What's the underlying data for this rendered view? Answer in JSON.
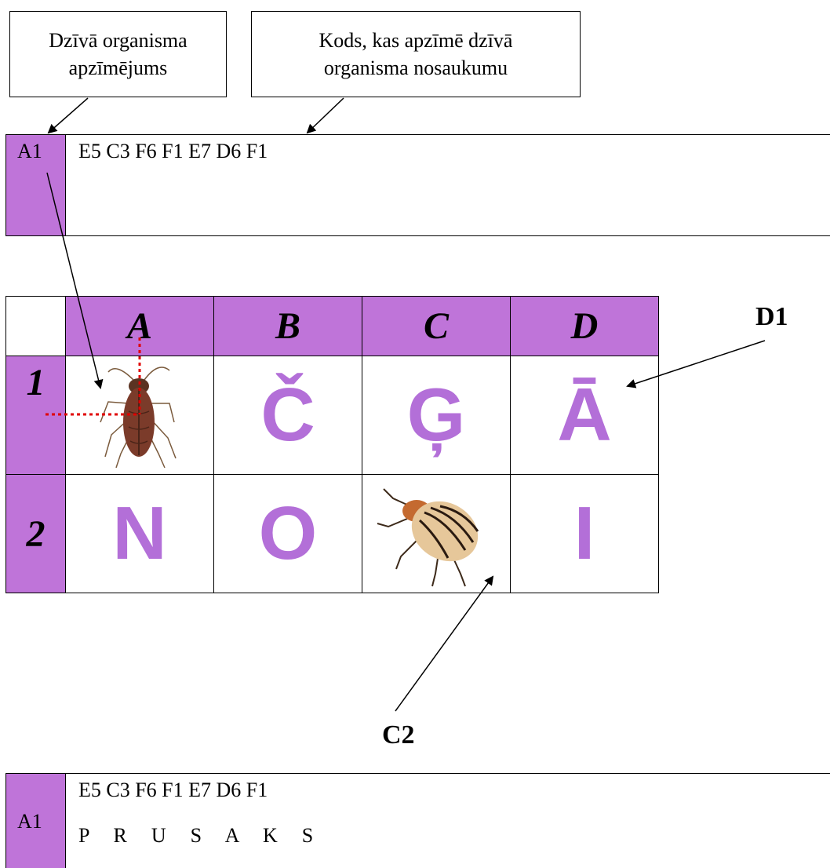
{
  "callouts": {
    "designation": "Dzīvā organisma apzīmējums",
    "code": "Kods, kas apzīmē dzīvā organisma nosaukumu"
  },
  "example": {
    "label": "A1",
    "code": "E5 C3 F6 F1 E7 D6 F1"
  },
  "grid": {
    "columns": [
      "A",
      "B",
      "C",
      "D"
    ],
    "rows": [
      {
        "label": "1",
        "cells": [
          "[cockroach image]",
          "Č",
          "Ģ",
          "Ā"
        ]
      },
      {
        "label": "2",
        "cells": [
          "N",
          "O",
          "[potato beetle image]",
          "I"
        ]
      }
    ]
  },
  "pointers": {
    "d1": "D1",
    "c2": "C2"
  },
  "answer": {
    "label": "A1",
    "code": "E5 C3 F6 F1 E7 D6 F1",
    "decoded": "P  R  U  S  A  K  S"
  },
  "colors": {
    "accent": "#bf74d9",
    "letter": "#b36fd8",
    "guide": "#e00000"
  }
}
